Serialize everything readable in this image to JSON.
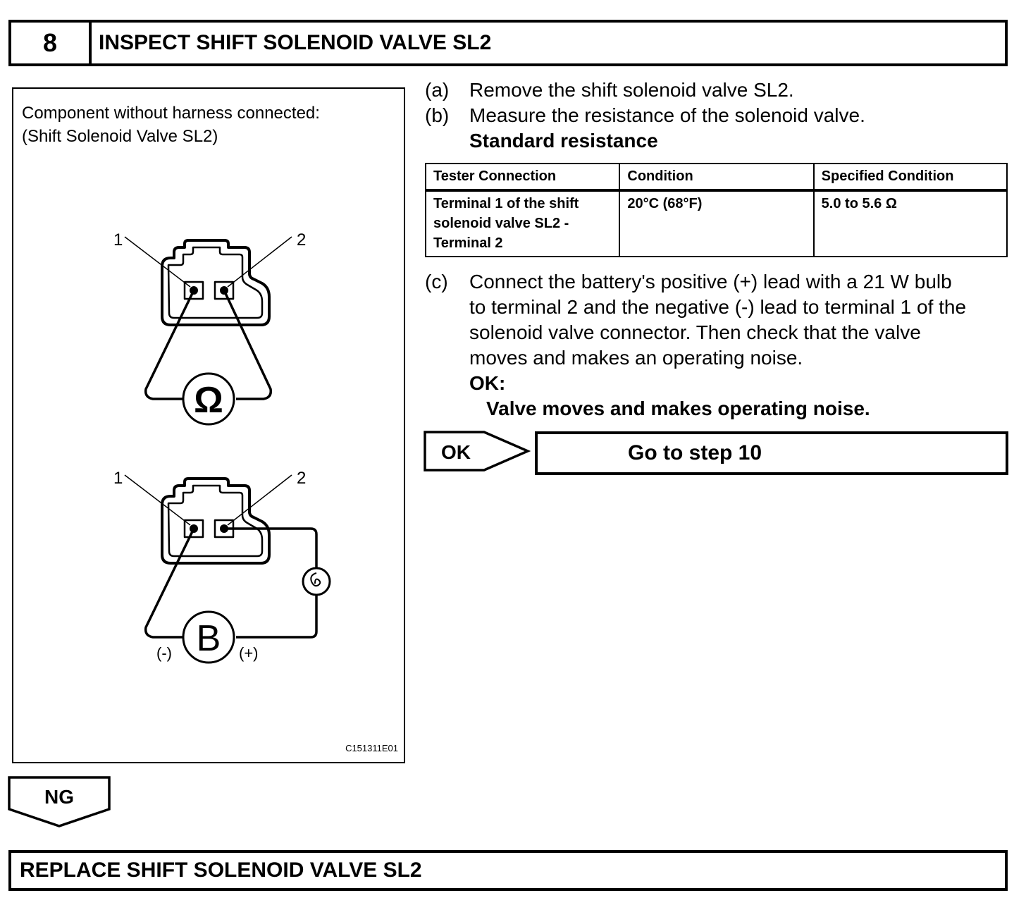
{
  "step": {
    "number": "8",
    "title": "INSPECT SHIFT SOLENOID VALVE SL2"
  },
  "figure": {
    "caption_line1": "Component without harness connected:",
    "caption_line2": "(Shift Solenoid Valve SL2)",
    "terminal_1": "1",
    "terminal_2": "2",
    "ohm_symbol": "Ω",
    "battery_symbol": "B",
    "negative_label": "(-)",
    "positive_label": "(+)",
    "figure_id": "C151311E01",
    "icons": [
      "connector-icon",
      "ohmmeter-icon",
      "battery-icon",
      "bulb-icon"
    ]
  },
  "instructions": {
    "a_label": "(a)",
    "a_text": "Remove the shift solenoid valve SL2.",
    "b_label": "(b)",
    "b_text": "Measure the resistance of the solenoid valve.",
    "standard_heading": "Standard resistance",
    "c_label": "(c)",
    "c_lines": [
      "Connect the battery's positive (+) lead with a 21 W bulb",
      "to terminal 2 and the negative (-) lead to terminal 1 of the",
      "solenoid valve connector. Then check that the valve",
      "moves and makes an operating noise."
    ],
    "ok_heading": "OK:",
    "ok_text": "Valve moves and makes operating noise."
  },
  "table": {
    "headers": [
      "Tester Connection",
      "Condition",
      "Specified Condition"
    ],
    "row_cell1_lines": [
      "Terminal 1 of the shift",
      "solenoid valve SL2 -",
      "Terminal 2"
    ],
    "row_cell2": "20°C (68°F)",
    "row_cell3": "5.0 to 5.6 Ω"
  },
  "ok_branch": {
    "label": "OK",
    "target": "Go to step 10"
  },
  "ng_branch": {
    "label": "NG",
    "action": "REPLACE SHIFT SOLENOID VALVE SL2"
  }
}
